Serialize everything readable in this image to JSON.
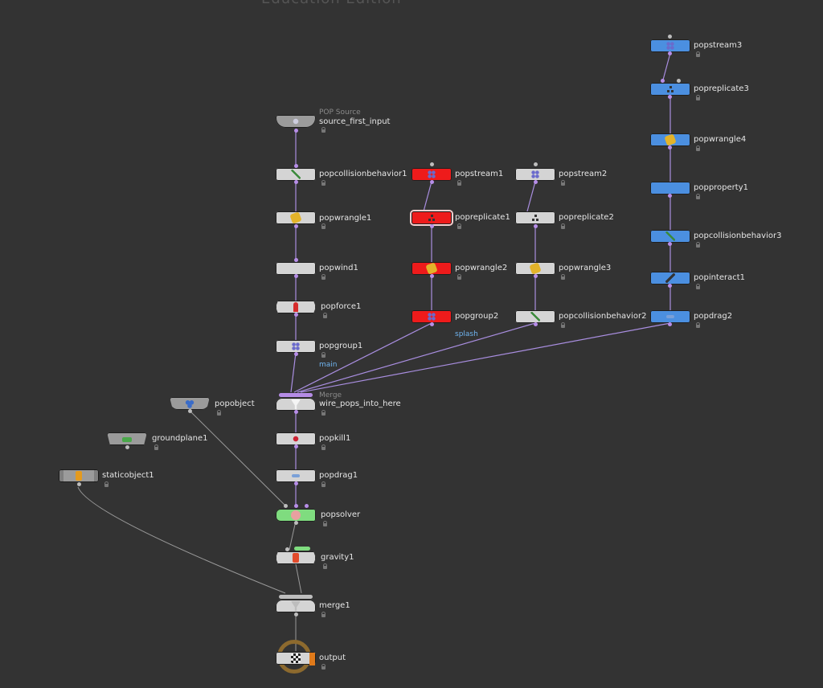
{
  "watermark": "Education Edition",
  "nodes": {
    "popstream3": {
      "name": "popstream3",
      "color": "blue"
    },
    "popreplicate3": {
      "name": "popreplicate3",
      "color": "blue"
    },
    "popwrangle4": {
      "name": "popwrangle4",
      "color": "blue"
    },
    "popproperty1": {
      "name": "popproperty1",
      "color": "blue"
    },
    "popcollisionbehavior3": {
      "name": "popcollisionbehavior3",
      "color": "blue"
    },
    "popinteract1": {
      "name": "popinteract1",
      "color": "blue"
    },
    "popdrag2": {
      "name": "popdrag2",
      "color": "blue"
    },
    "source_first_input": {
      "name": "source_first_input",
      "type_label": "POP Source"
    },
    "popcollisionbehavior1": {
      "name": "popcollisionbehavior1"
    },
    "popwrangle1": {
      "name": "popwrangle1"
    },
    "popwind1": {
      "name": "popwind1"
    },
    "popforce1": {
      "name": "popforce1"
    },
    "popgroup1": {
      "name": "popgroup1",
      "group": "main"
    },
    "popstream1": {
      "name": "popstream1",
      "color": "red"
    },
    "popreplicate1": {
      "name": "popreplicate1",
      "color": "red"
    },
    "popwrangle2": {
      "name": "popwrangle2",
      "color": "red"
    },
    "popgroup2": {
      "name": "popgroup2",
      "color": "red",
      "group": "splash"
    },
    "popstream2": {
      "name": "popstream2"
    },
    "popreplicate2": {
      "name": "popreplicate2"
    },
    "popwrangle3": {
      "name": "popwrangle3"
    },
    "popcollisionbehavior2": {
      "name": "popcollisionbehavior2"
    },
    "wire_pops_into_here": {
      "name": "wire_pops_into_here",
      "type_label": "Merge"
    },
    "popobject": {
      "name": "popobject"
    },
    "groundplane1": {
      "name": "groundplane1"
    },
    "staticobject1": {
      "name": "staticobject1"
    },
    "popkill1": {
      "name": "popkill1"
    },
    "popdrag1": {
      "name": "popdrag1"
    },
    "popsolver": {
      "name": "popsolver",
      "color": "green"
    },
    "gravity1": {
      "name": "gravity1"
    },
    "merge1": {
      "name": "merge1"
    },
    "output": {
      "name": "output"
    }
  },
  "colors": {
    "blue": "#4b8fe0",
    "red": "#ee1b1b",
    "green": "#7fdc7f",
    "wire_purple": "#a98ee0",
    "wire_gray": "#9a9a9a",
    "background": "#333333"
  }
}
